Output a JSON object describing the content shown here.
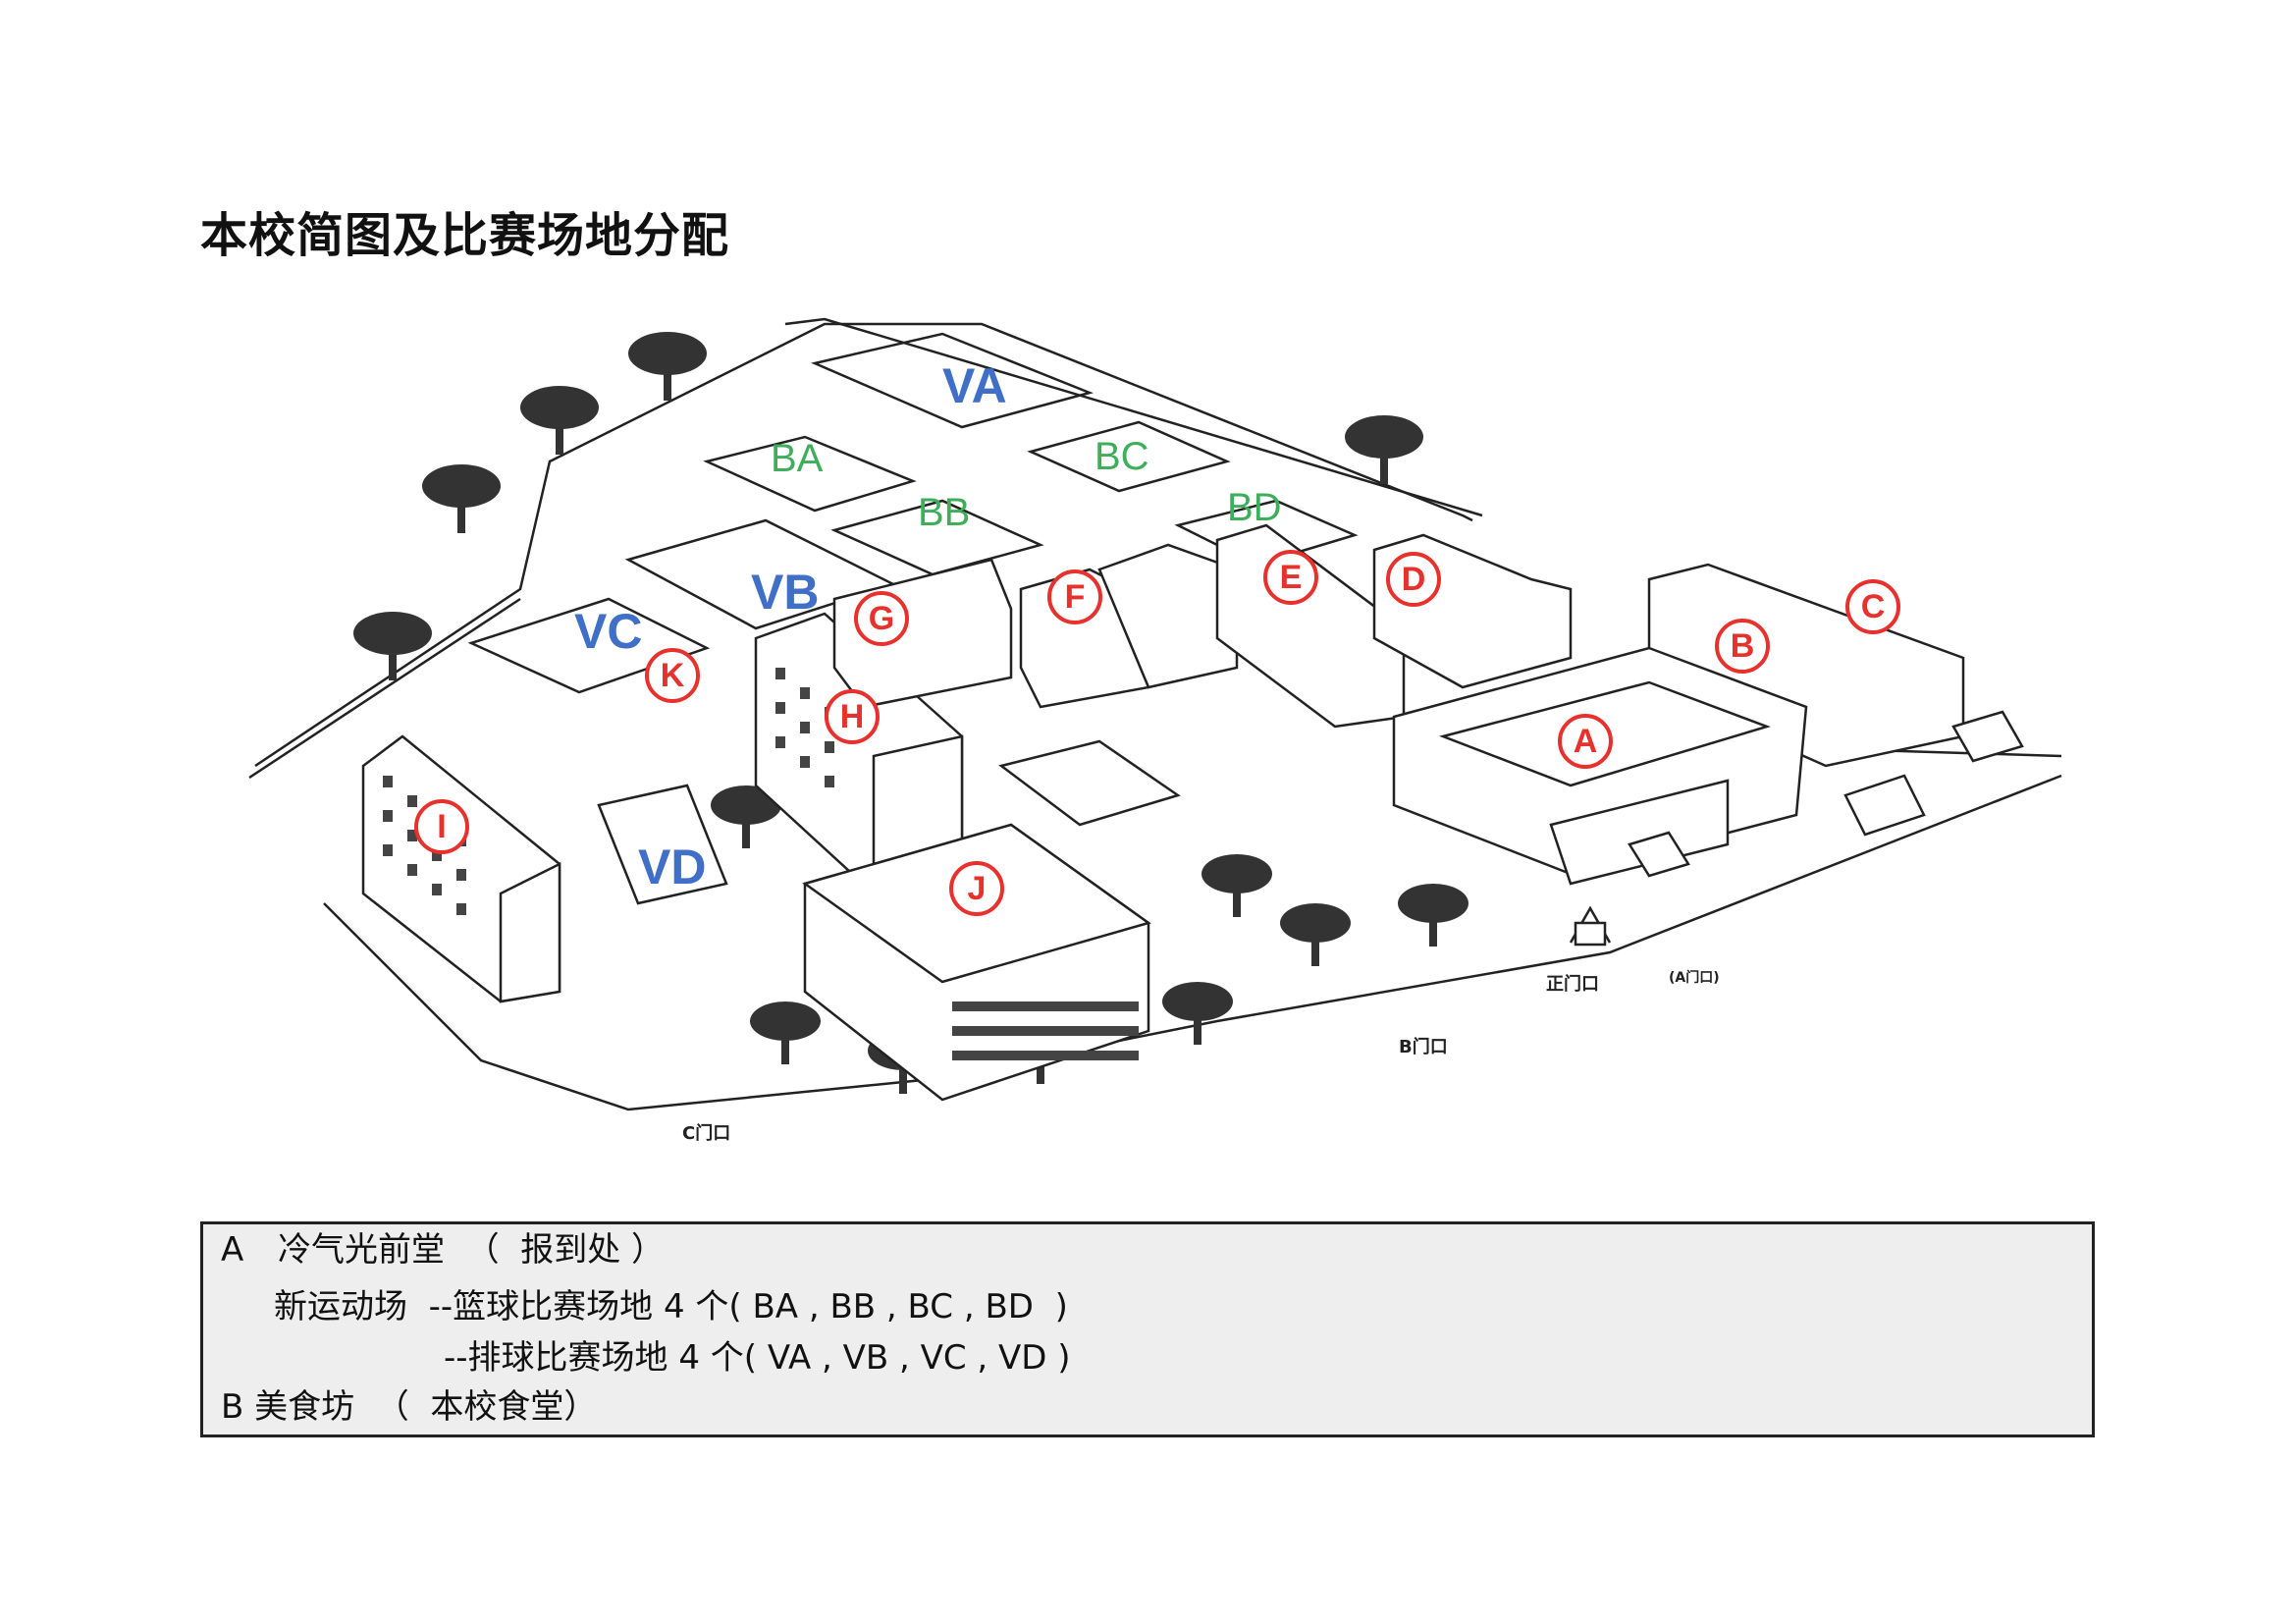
{
  "title": "本校简图及比赛场地分配",
  "map": {
    "markers": [
      {
        "id": "A",
        "label": "A"
      },
      {
        "id": "B",
        "label": "B"
      },
      {
        "id": "C",
        "label": "C"
      },
      {
        "id": "D",
        "label": "D"
      },
      {
        "id": "E",
        "label": "E"
      },
      {
        "id": "F",
        "label": "F"
      },
      {
        "id": "G",
        "label": "G"
      },
      {
        "id": "H",
        "label": "H"
      },
      {
        "id": "I",
        "label": "I"
      },
      {
        "id": "J",
        "label": "J"
      },
      {
        "id": "K",
        "label": "K"
      }
    ],
    "basketball_courts": [
      "BA",
      "BB",
      "BC",
      "BD"
    ],
    "volleyball_courts": [
      "VA",
      "VB",
      "VC",
      "VD"
    ],
    "gates": {
      "main": "正门口",
      "main_sub": "(A门口)",
      "b": "B门口",
      "c": "C门口"
    },
    "colors": {
      "marker": "#e8302c",
      "basketball": "#3fae5a",
      "volleyball": "#3f6fc6"
    }
  },
  "legend": {
    "line1_key": "A",
    "line1_text": "冷气光前堂  （  报到处 ）",
    "line2": "新运动场  --篮球比赛场地 4 个( BA , BB , BC , BD  )",
    "line3": "--排球比赛场地 4 个( VA , VB , VC , VD )",
    "line4": "B 美食坊  （  本校食堂）"
  }
}
